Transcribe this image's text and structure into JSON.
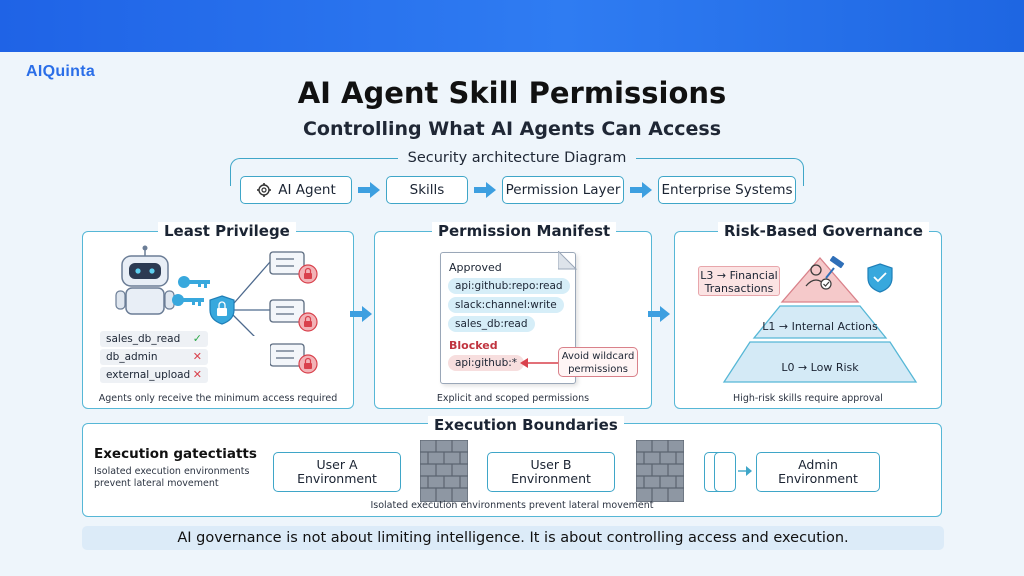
{
  "header": {
    "logo": "AIQuinta",
    "title": "AI Agent Skill Permissions",
    "subtitle": "Controlling What AI Agents Can Access"
  },
  "architecture": {
    "label": "Security architecture Diagram",
    "nodes": [
      "AI Agent",
      "Skills",
      "Permission Layer",
      "Enterprise Systems"
    ]
  },
  "least_privilege": {
    "title": "Least Privilege",
    "permissions": [
      {
        "name": "sales_db_read",
        "mark": "✓"
      },
      {
        "name": "db_admin",
        "mark": "✕"
      },
      {
        "name": "external_upload",
        "mark": "✕"
      }
    ],
    "caption": "Agents only receive the minimum access required"
  },
  "manifest": {
    "title": "Permission Manifest",
    "approved_label": "Approved",
    "approved": [
      "api:github:repo:read",
      "slack:channel:write",
      "sales_db:read"
    ],
    "blocked_label": "Blocked",
    "blocked": [
      "api:github:*"
    ],
    "callout_line1": "Avoid wildcard",
    "callout_line2": "permissions",
    "caption": "Explicit and scoped permissions"
  },
  "governance": {
    "title": "Risk-Based Governance",
    "l3_line1": "L3 → Financial",
    "l3_line2": "Transactions",
    "l1": "L1 → Internal Actions",
    "l0": "L0 → Low Risk",
    "caption": "High-risk skills require approval"
  },
  "execution": {
    "title": "Execution Boundaries",
    "side_title": "Execution gatectiatts",
    "side_line1": "Isolated execution environments",
    "side_line2": "prevent lateral movement",
    "env_a_line1": "User A",
    "env_a_line2": "Environment",
    "env_b_line1": "User B",
    "env_b_line2": "Environment",
    "env_admin_line1": "Admin",
    "env_admin_line2": "Environment",
    "caption": "Isolated execution environments prevent lateral movement"
  },
  "footer": "AI governance is not about limiting intelligence. It is about controlling access and execution.",
  "colors": {
    "topbar": "#2f7cf2",
    "accent": "#56b7d6",
    "ok": "#2ea84a",
    "bad": "#d9414c"
  }
}
